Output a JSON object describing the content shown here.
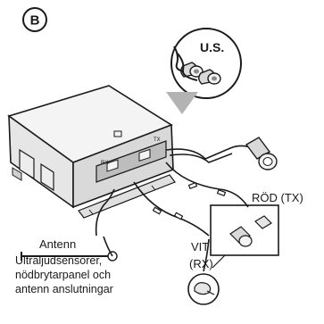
{
  "panel_badge": "B",
  "us_label": "U.S.",
  "module_marks": {
    "rx": "RX",
    "tx": "TX"
  },
  "labels": {
    "antenna": "Antenn",
    "red_tx": "RÖD (TX)",
    "white": "VIT",
    "rx": "(RX)"
  },
  "caption": {
    "line1": "Ultraljudsensorer,",
    "line2": "nödbrytarpanel och",
    "line3": "antenn anslutningar"
  },
  "colors": {
    "line": "#1a1a1a",
    "module_fill": "#f4f4f4",
    "module_side": "#d9d9d9",
    "arrow": "#b3b3b3"
  }
}
